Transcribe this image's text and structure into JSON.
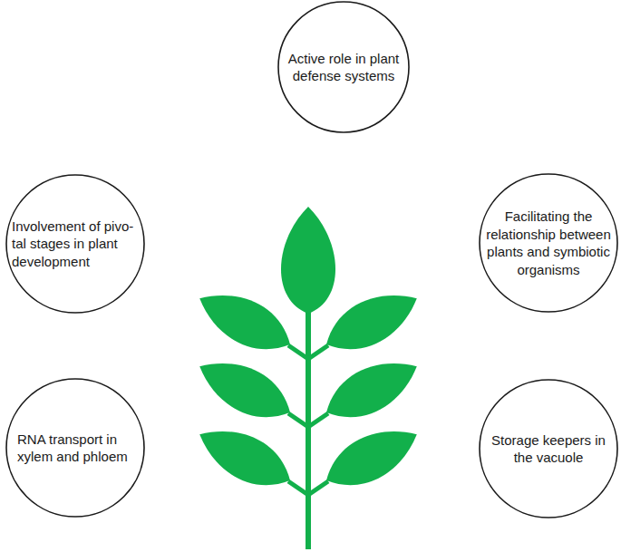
{
  "diagram": {
    "nodes": [
      {
        "text": [
          "Active role in plant defense systems"
        ]
      },
      {
        "text": [
          "Involvement of pivo- tal stages in plant development"
        ]
      },
      {
        "text": [
          "Facilitating the relationship between plants and symbiotic organisms"
        ]
      },
      {
        "text": [
          "RNA transport in xylem and phloem"
        ]
      },
      {
        "text": [
          "Storage keepers in the vacuole"
        ]
      }
    ]
  }
}
